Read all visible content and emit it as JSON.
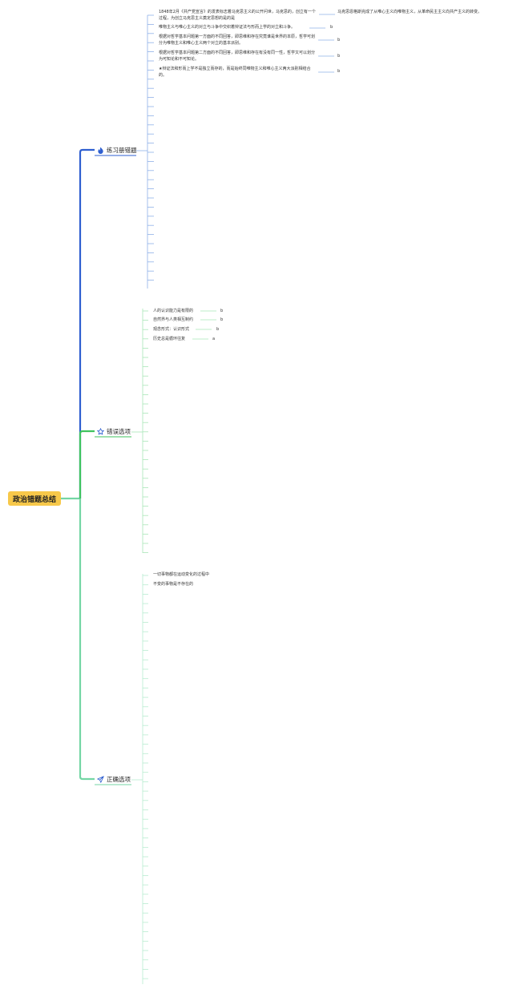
{
  "root": {
    "label": "政治错题总结"
  },
  "branches": [
    {
      "label": "练习册错题",
      "icon": "fire-icon",
      "color": "#2f5fd0",
      "items": [
        {
          "text": "1848年2月《共产党宣言》的发表标志着马克思主义的公开问世，马克思的，创立有一个过程，为创立马克思主义奠定思想的是的是",
          "answer": "马克思恩格斯完成了从唯心主义向唯物主义，从革命民主主义向共产主义的转变。"
        },
        {
          "text": "唯物主义与唯心主义的对立与斗争中交织着辩证法与形而上学的对立和斗争。",
          "answer": "b"
        },
        {
          "text": "根据对哲学基本问题第一方面的不同回答，即思维和存在究竟谁是世界的本原，哲学可划分为唯物主义和唯心主义两个对立的基本派别。",
          "answer": "b"
        },
        {
          "text": "根据对哲学基本问题第二方面的不同回答，即思维和存在有没有同一性，哲学又可以划分为可知论和不可知论。",
          "answer": "b"
        },
        {
          "text": "★辩证法和形而上学不是独立而存的，而是始终同唯物主义和唯心主义两大派别相结合的。",
          "answer": "b"
        }
      ]
    },
    {
      "label": "错误选项",
      "icon": "star-icon",
      "color": "#3fc35e",
      "items": [
        {
          "text": "人的认识能力是有限的",
          "answer": "b"
        },
        {
          "text": "自然界与人类相互制约",
          "answer": "b"
        },
        {
          "text": "观念形式：认识形式",
          "answer": "b"
        },
        {
          "text": "历史总是循环往复",
          "answer": "a"
        }
      ]
    },
    {
      "label": "正确选项",
      "icon": "send-icon",
      "color": "#74d6a4",
      "items": [
        {
          "text": "一切事物都在运动变化的过程中"
        },
        {
          "text": "不变的事物是不存在的"
        }
      ]
    }
  ]
}
